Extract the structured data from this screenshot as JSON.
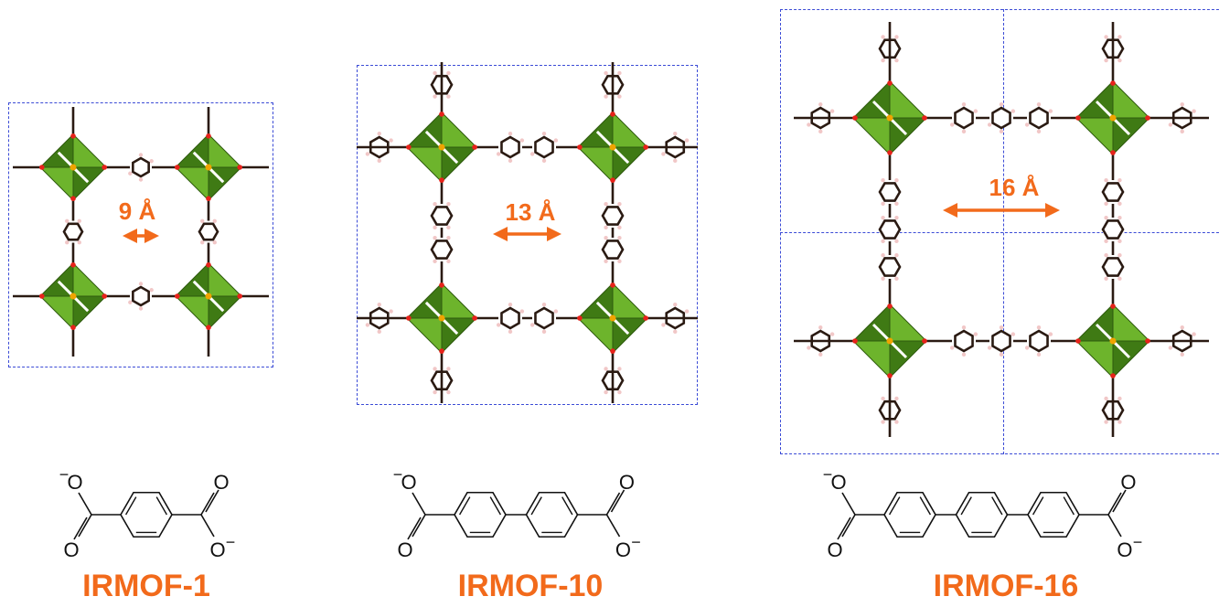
{
  "colors": {
    "accent": "#f26a1b",
    "cell_border": "#3b4bd6",
    "polyhedron_light": "#6db42c",
    "polyhedron_dark": "#3f7a14",
    "bond": "#2a1a12",
    "oxygen": "#e8221b",
    "hydrogen": "#f1c7c7",
    "zinc": "#f0a400"
  },
  "frameworks": [
    {
      "name": "IRMOF-1",
      "pore_label": "9 Å",
      "rings": 1,
      "linker": {
        "o_top": "O",
        "o_bottom": "O",
        "charge_top": "−",
        "charge_bottom": "−"
      }
    },
    {
      "name": "IRMOF-10",
      "pore_label": "13 Å",
      "rings": 2,
      "linker": {
        "o_top": "O",
        "o_bottom": "O",
        "charge_top": "−",
        "charge_bottom": "−"
      }
    },
    {
      "name": "IRMOF-16",
      "pore_label": "16 Å",
      "rings": 3,
      "linker": {
        "o_top": "O",
        "o_bottom": "O",
        "charge_top": "−",
        "charge_bottom": "−"
      }
    }
  ]
}
